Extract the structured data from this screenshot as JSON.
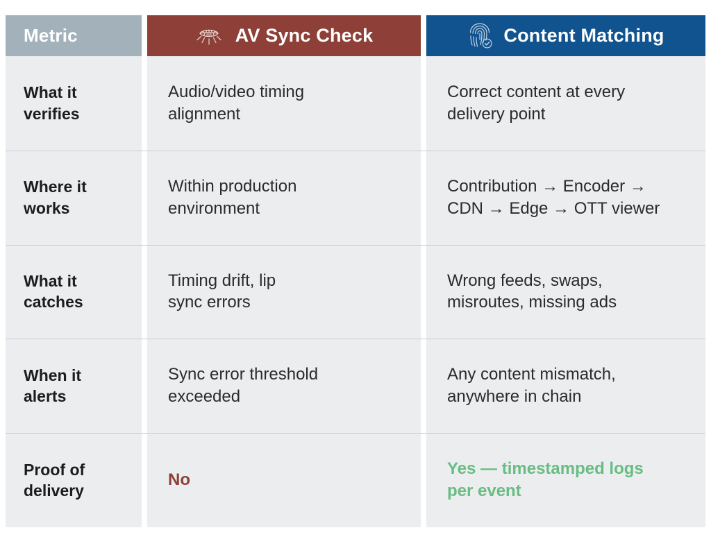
{
  "table": {
    "columns": [
      {
        "key": "metric",
        "label": "Metric",
        "icon": null,
        "bg": "#a3b1bb"
      },
      {
        "key": "av",
        "label": "AV Sync Check",
        "icon": "lips-sync-icon",
        "bg": "#8e4038"
      },
      {
        "key": "content",
        "label": "Content Matching",
        "icon": "fingerprint-check-icon",
        "bg": "#10538f"
      }
    ],
    "rows": [
      {
        "metric": "What it\nverifies",
        "av": "Audio/video timing\nalignment",
        "content": "Correct content at every\ndelivery point",
        "av_style": "normal",
        "content_style": "normal"
      },
      {
        "metric": "Where it\nworks",
        "av": "Within production\nenvironment",
        "content": "Contribution → Encoder →\nCDN → Edge → OTT viewer",
        "av_style": "normal",
        "content_style": "normal"
      },
      {
        "metric": "What it\ncatches",
        "av": "Timing drift, lip\nsync errors",
        "content": "Wrong feeds, swaps,\nmisroutes, missing ads",
        "av_style": "normal",
        "content_style": "normal"
      },
      {
        "metric": "When it\nalerts",
        "av": "Sync error threshold\nexceeded",
        "content": "Any content mismatch,\nanywhere in chain",
        "av_style": "normal",
        "content_style": "normal"
      },
      {
        "metric": "Proof of\ndelivery",
        "av": "No",
        "content": "Yes — timestamped logs\nper event",
        "av_style": "negative",
        "content_style": "positive"
      }
    ]
  },
  "colors": {
    "header_metric": "#a3b1bb",
    "header_av": "#8e4038",
    "header_content": "#10538f",
    "cell_bg": "#ebedef",
    "negative": "#8e4038",
    "positive": "#69bd82",
    "divider": "#c9cfd6",
    "body_text": "#2b2b2b"
  }
}
